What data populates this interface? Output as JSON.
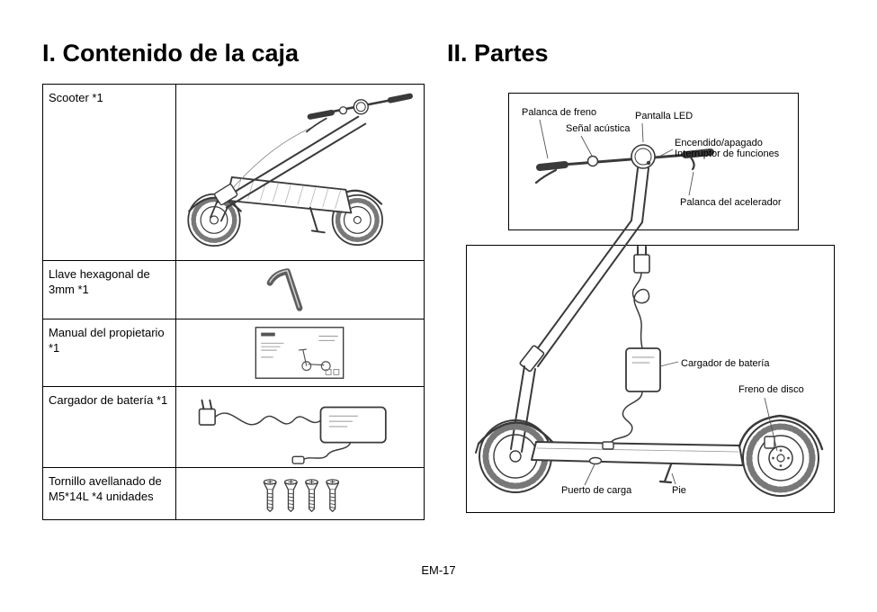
{
  "page": {
    "footer": "EM-17"
  },
  "sections": {
    "box_contents": {
      "title": "I. Contenido de la caja",
      "rows": [
        {
          "label": "Scooter *1",
          "illustration": "scooter-illustration"
        },
        {
          "label": "Llave hexagonal de 3mm *1",
          "illustration": "hex-key-illustration"
        },
        {
          "label": "Manual del propietario *1",
          "illustration": "owners-manual-illustration"
        },
        {
          "label": "Cargador de batería *1",
          "illustration": "battery-charger-illustration"
        },
        {
          "label": "Tornillo avellanado de M5*14L *4 unidades",
          "illustration": "countersunk-screws-illustration"
        }
      ]
    },
    "parts": {
      "title": "II. Partes",
      "handlebar_diagram": {
        "labels": {
          "brake_lever": "Palanca de freno",
          "bell": "Señal acústica",
          "led_display": "Pantalla LED",
          "power_line1": "Encendido/apagado",
          "power_line2": "Interruptor de funciones",
          "throttle": "Palanca del acelerador"
        }
      },
      "body_diagram": {
        "labels": {
          "battery_charger": "Cargador de batería",
          "disc_brake": "Freno de disco",
          "charging_port": "Puerto de carga",
          "kickstand": "Pie"
        }
      }
    }
  }
}
